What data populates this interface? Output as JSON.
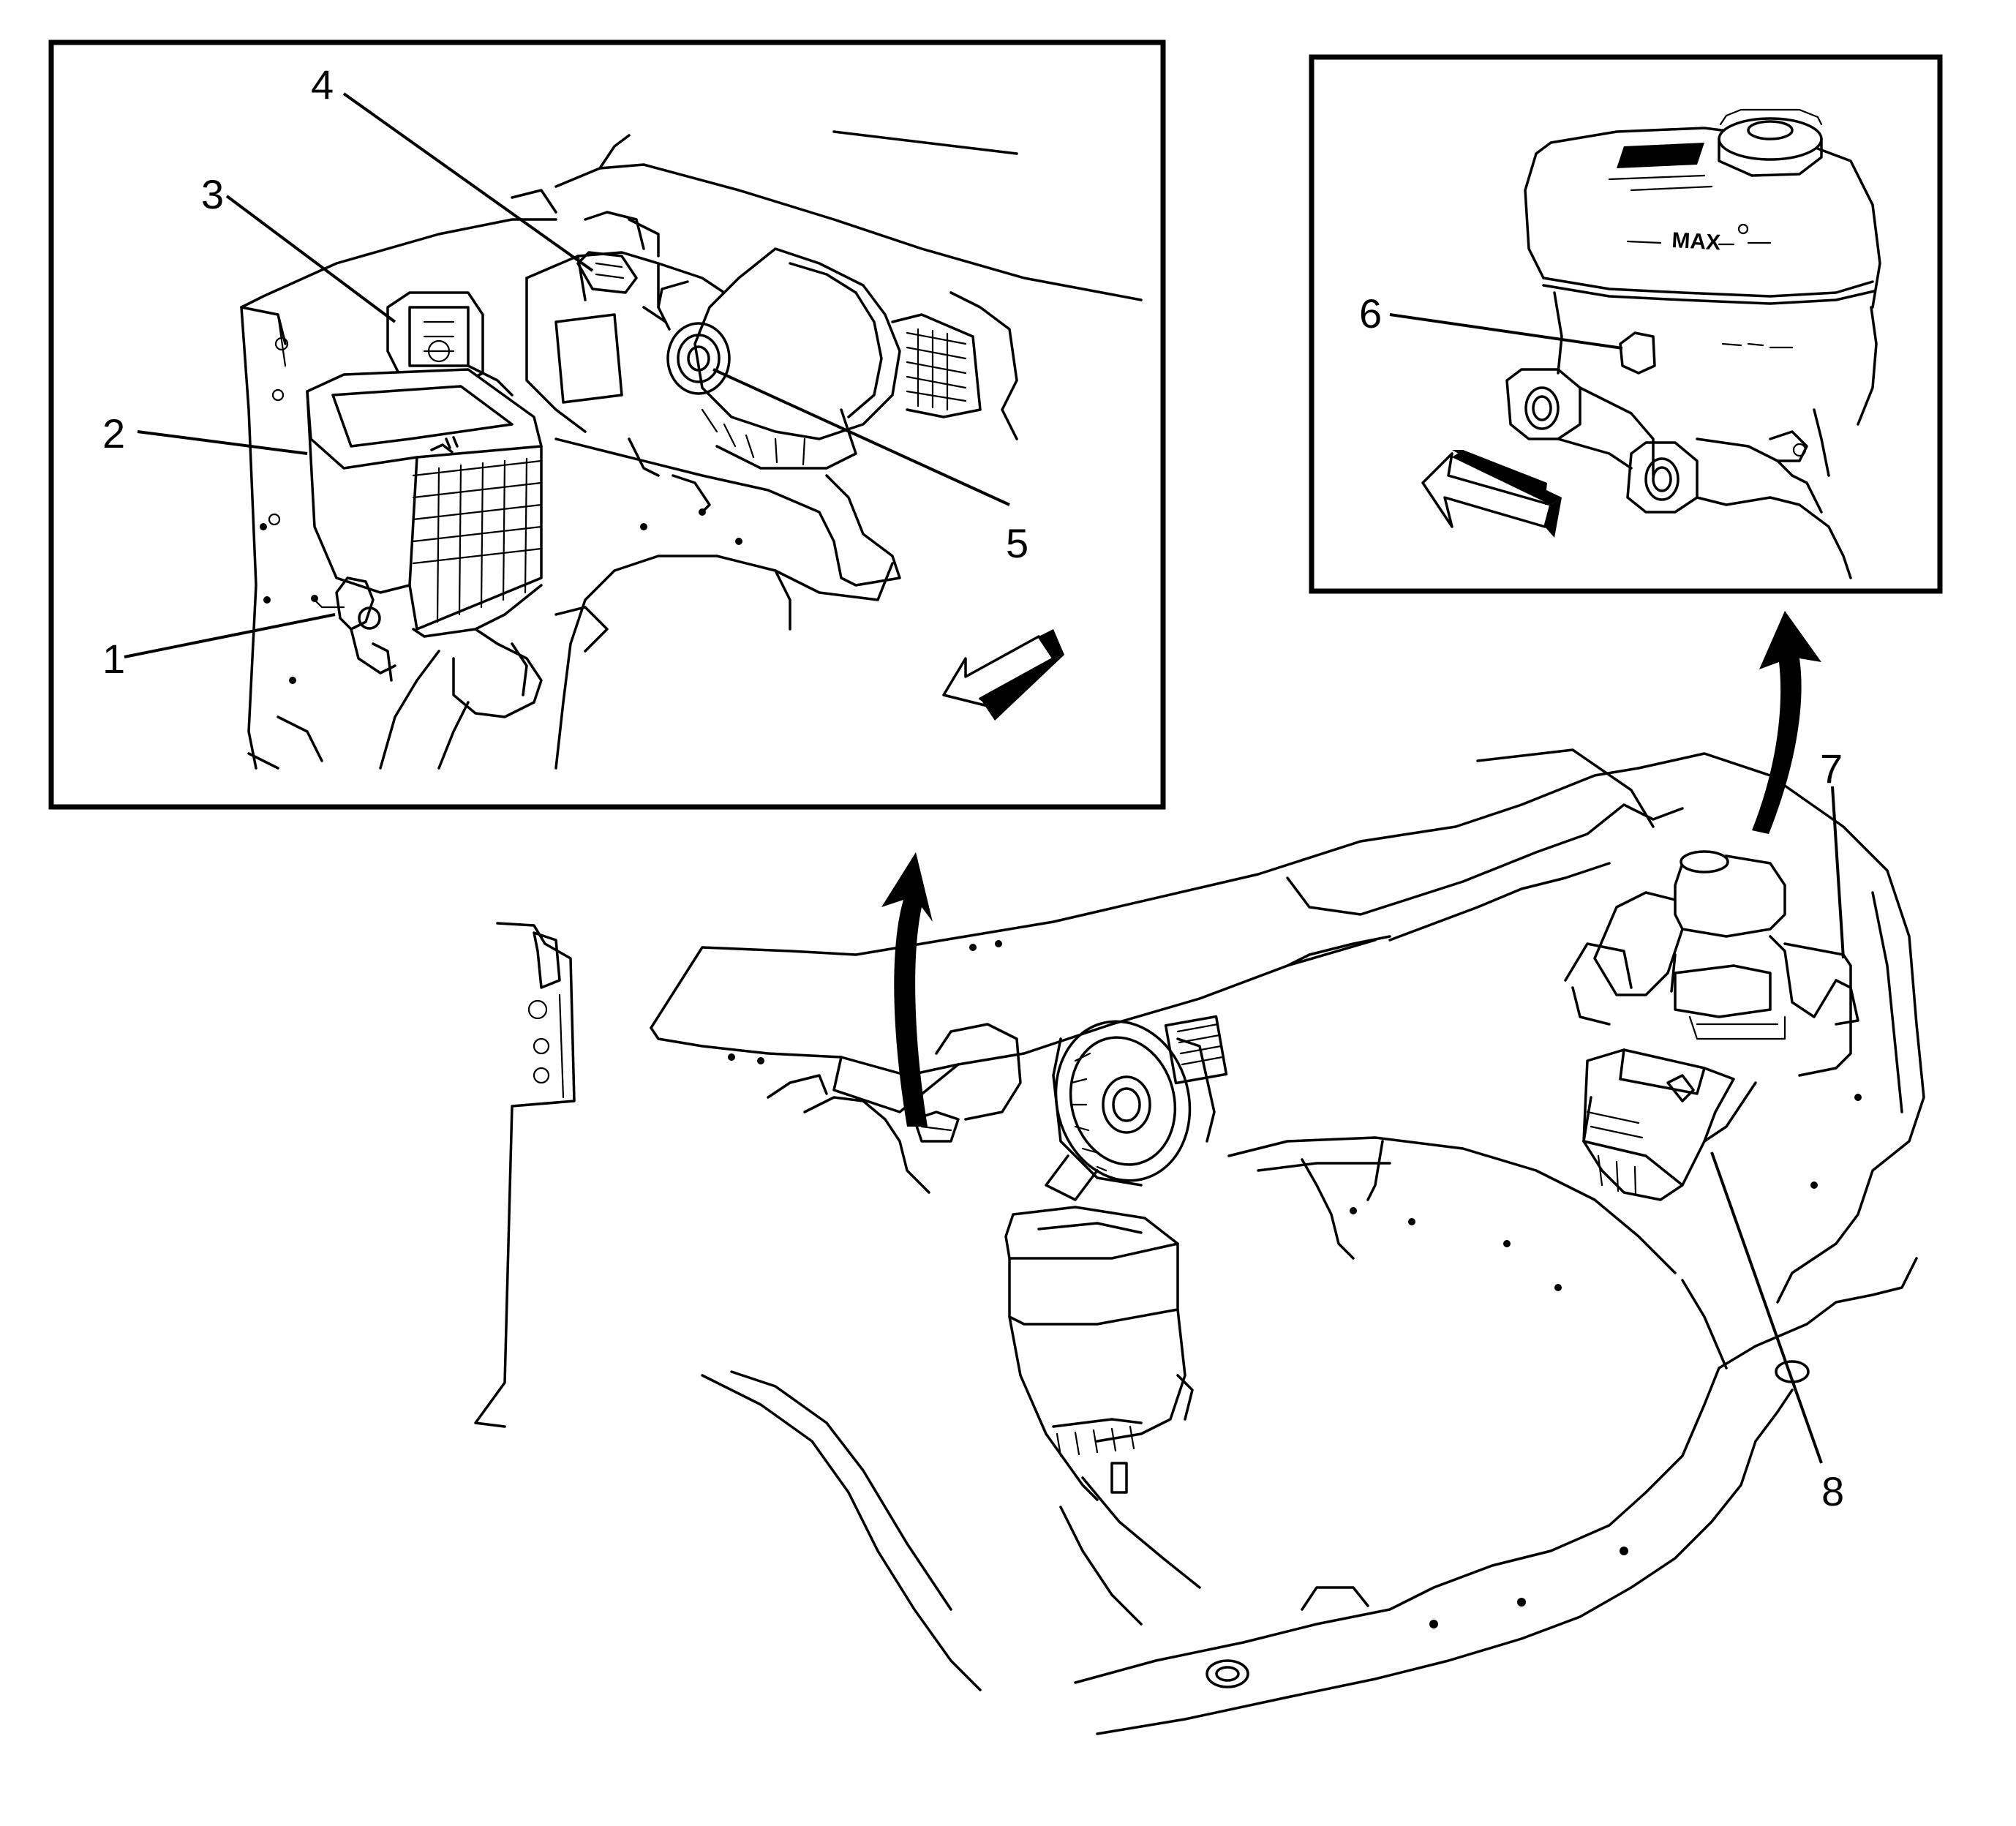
{
  "callouts": [
    {
      "label": "1"
    },
    {
      "label": "2"
    },
    {
      "label": "3"
    },
    {
      "label": "4"
    },
    {
      "label": "5"
    },
    {
      "label": "6"
    },
    {
      "label": "7"
    },
    {
      "label": "8"
    }
  ],
  "reservoir_marks": {
    "max": "MAX"
  }
}
